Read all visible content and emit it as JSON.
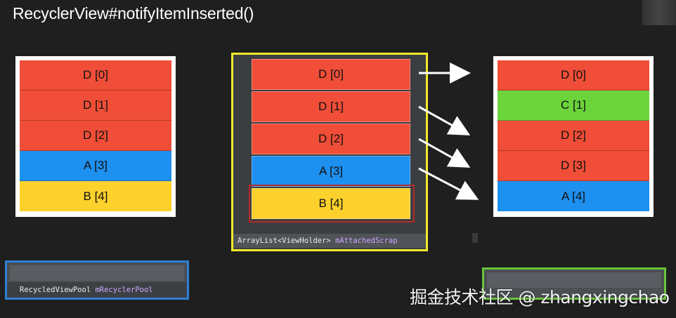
{
  "title": "RecyclerView#notifyItemInserted()",
  "colors": {
    "red": "#f04e38",
    "green": "#6bd43a",
    "blue": "#1e90f0",
    "yellow": "#fcd12c"
  },
  "left_list": [
    {
      "label": "D [0]",
      "color": "red"
    },
    {
      "label": "D [1]",
      "color": "red"
    },
    {
      "label": "D [2]",
      "color": "red"
    },
    {
      "label": "A [3]",
      "color": "blue"
    },
    {
      "label": "B [4]",
      "color": "yellow"
    }
  ],
  "scrap": {
    "items": [
      {
        "label": "D [0]",
        "color": "red"
      },
      {
        "label": "D [1]",
        "color": "red"
      },
      {
        "label": "D [2]",
        "color": "red"
      },
      {
        "label": "A [3]",
        "color": "blue"
      },
      {
        "label": "B [4]",
        "color": "yellow"
      }
    ],
    "label_type": "ArrayList<ViewHolder> ",
    "label_var": "mAttachedScrap"
  },
  "right_list": [
    {
      "label": "D [0]",
      "color": "red"
    },
    {
      "label": "C [1]",
      "color": "green"
    },
    {
      "label": "D [2]",
      "color": "red"
    },
    {
      "label": "D [3]",
      "color": "red"
    },
    {
      "label": "A [4]",
      "color": "blue"
    }
  ],
  "pool": {
    "label_type": "RecycledViewPool ",
    "label_var": "mRecyclerPool"
  },
  "watermark": "掘金技术社区 @ zhangxingchao"
}
